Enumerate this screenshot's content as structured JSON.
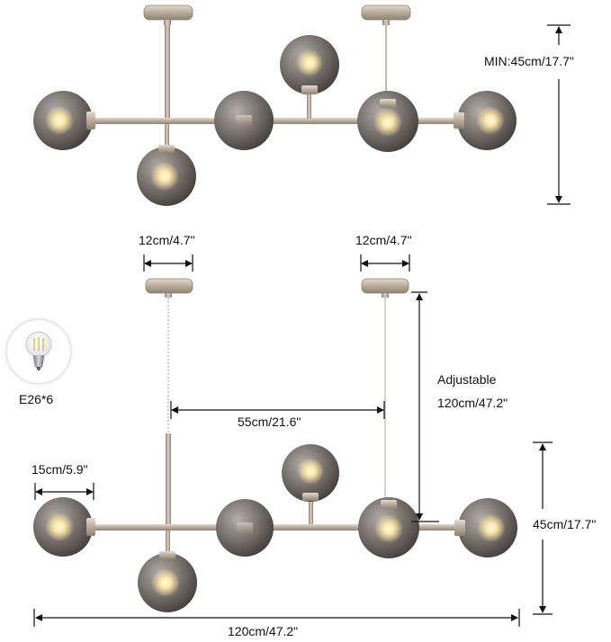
{
  "dimensions": {
    "top_min_height": "MIN:45cm/17.7\"",
    "canopy_left_width": "12cm/4.7\"",
    "canopy_right_width": "12cm/4.7\"",
    "canopy_spacing": "55cm/21.6\"",
    "adjustable_title": "Adjustable",
    "adjustable_length": "120cm/47.2\"",
    "globe_diameter": "15cm/5.9\"",
    "fixture_height": "45cm/17.7\"",
    "fixture_width": "120cm/47.2\""
  },
  "bulb": {
    "label": "E26*6"
  },
  "colors": {
    "finish": "#bfb1a0",
    "glass": "#6c6763",
    "glow": "#ffe9a8",
    "line": "#111111"
  }
}
